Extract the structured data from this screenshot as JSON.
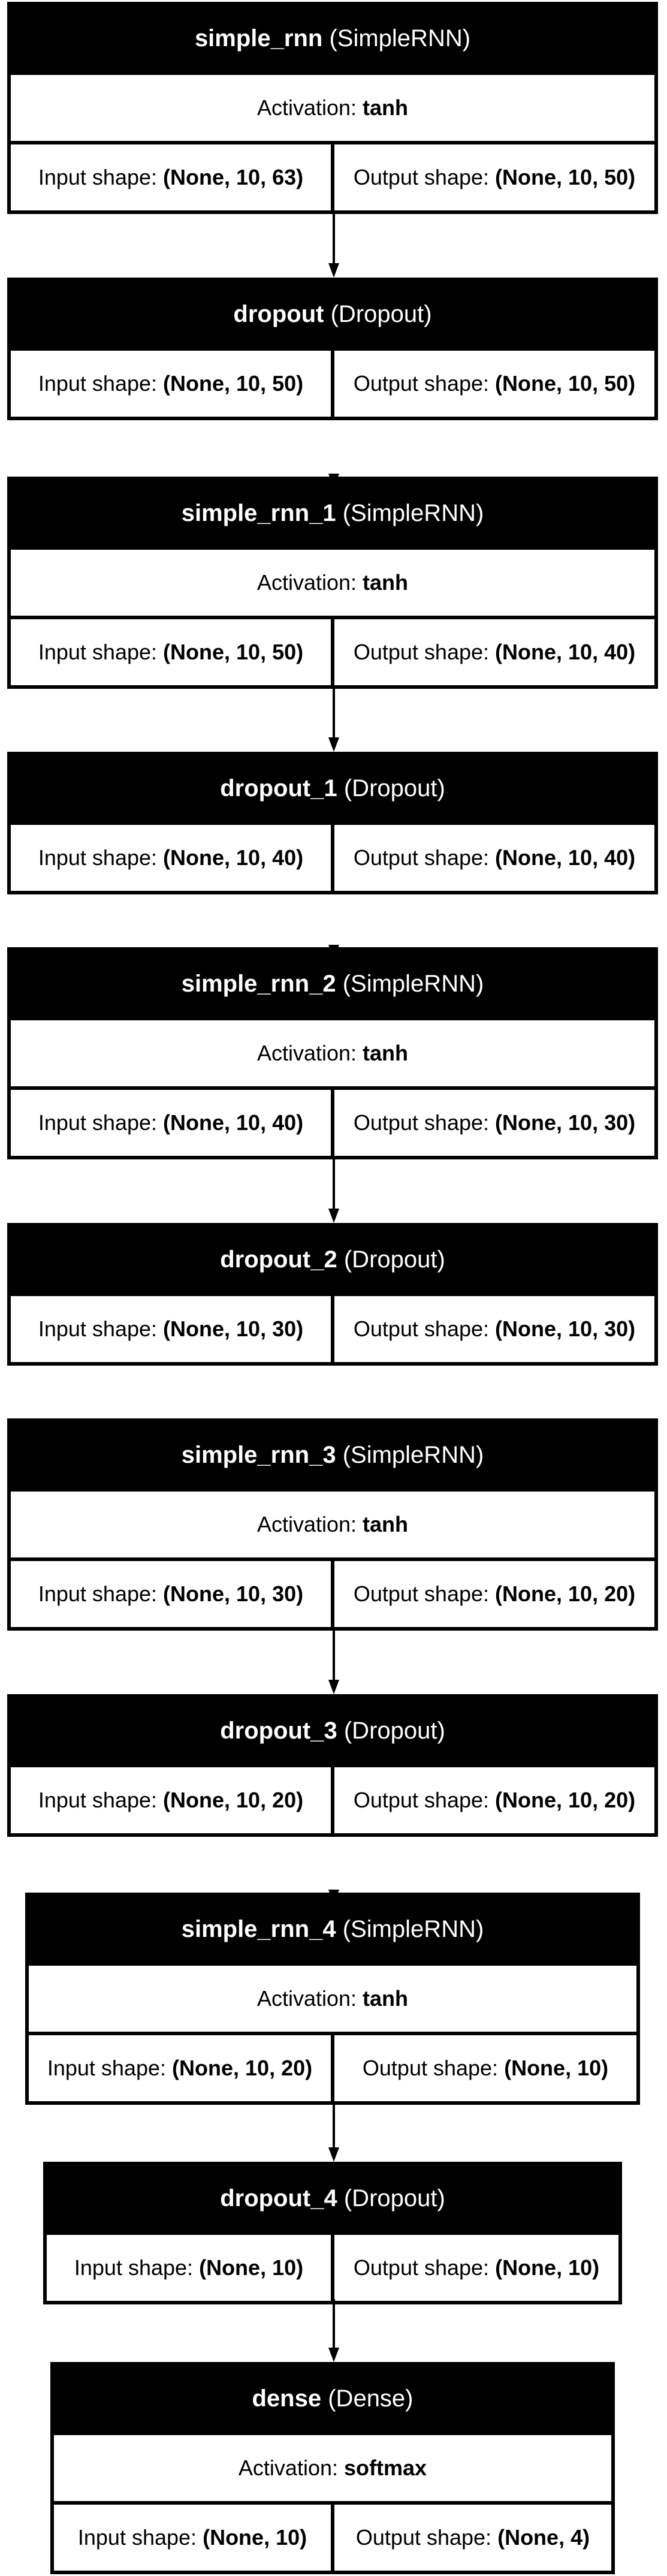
{
  "labels": {
    "activation": "Activation:",
    "input_shape": "Input shape:",
    "output_shape": "Output shape:"
  },
  "layers": [
    {
      "name": "simple_rnn",
      "type": "(SimpleRNN)",
      "activation": "tanh",
      "input": "(None, 10, 63)",
      "output": "(None, 10, 50)"
    },
    {
      "name": "dropout",
      "type": "(Dropout)",
      "input": "(None, 10, 50)",
      "output": "(None, 10, 50)"
    },
    {
      "name": "simple_rnn_1",
      "type": "(SimpleRNN)",
      "activation": "tanh",
      "input": "(None, 10, 50)",
      "output": "(None, 10, 40)"
    },
    {
      "name": "dropout_1",
      "type": "(Dropout)",
      "input": "(None, 10, 40)",
      "output": "(None, 10, 40)"
    },
    {
      "name": "simple_rnn_2",
      "type": "(SimpleRNN)",
      "activation": "tanh",
      "input": "(None, 10, 40)",
      "output": "(None, 10, 30)"
    },
    {
      "name": "dropout_2",
      "type": "(Dropout)",
      "input": "(None, 10, 30)",
      "output": "(None, 10, 30)"
    },
    {
      "name": "simple_rnn_3",
      "type": "(SimpleRNN)",
      "activation": "tanh",
      "input": "(None, 10, 30)",
      "output": "(None, 10, 20)"
    },
    {
      "name": "dropout_3",
      "type": "(Dropout)",
      "input": "(None, 10, 20)",
      "output": "(None, 10, 20)"
    },
    {
      "name": "simple_rnn_4",
      "type": "(SimpleRNN)",
      "activation": "tanh",
      "input": "(None, 10, 20)",
      "output": "(None, 10)"
    },
    {
      "name": "dropout_4",
      "type": "(Dropout)",
      "input": "(None, 10)",
      "output": "(None, 10)"
    },
    {
      "name": "dense",
      "type": "(Dense)",
      "activation": "softmax",
      "input": "(None, 10)",
      "output": "(None, 4)"
    }
  ]
}
